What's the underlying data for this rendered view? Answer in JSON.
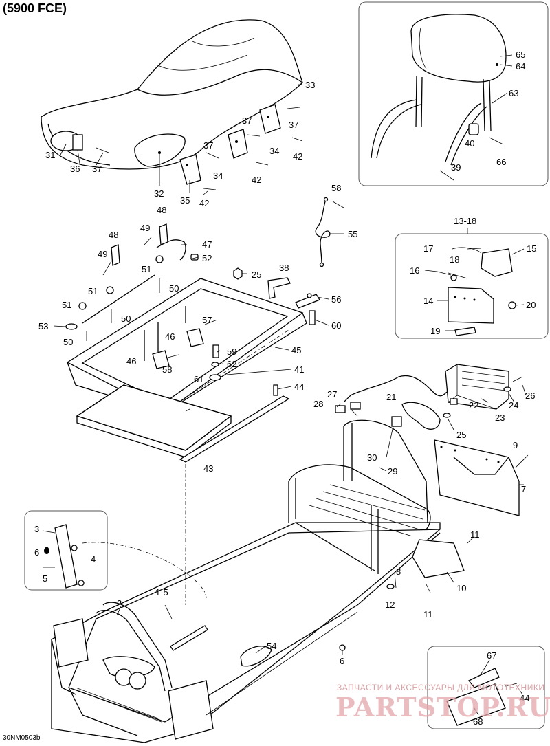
{
  "diagram": {
    "title": "(5900 FCE)",
    "doc_id": "30NM0503b",
    "watermark_top": "ЗАПЧАСТИ И АКСЕССУАРЫ ДЛЯ МОТОТЕХНИКИ",
    "watermark_logo": "PARTSTOP.RU",
    "inset_labels": {
      "kit_13_18": "13-18",
      "kit_1_5": "1-5"
    },
    "callouts": [
      "1-5",
      "2",
      "3",
      "4",
      "5",
      "6",
      "7",
      "8",
      "9",
      "10",
      "11",
      "12",
      "13-18",
      "14",
      "15",
      "16",
      "17",
      "18",
      "19",
      "20",
      "21",
      "22",
      "23",
      "24",
      "25",
      "26",
      "27",
      "28",
      "29",
      "30",
      "31",
      "32",
      "33",
      "34",
      "35",
      "36",
      "37",
      "38",
      "39",
      "40",
      "41",
      "42",
      "43",
      "44",
      "45",
      "46",
      "47",
      "48",
      "49",
      "50",
      "51",
      "52",
      "53",
      "54",
      "55",
      "56",
      "57",
      "58",
      "59",
      "60",
      "61",
      "62",
      "63",
      "64",
      "65",
      "66",
      "67",
      "68"
    ]
  }
}
